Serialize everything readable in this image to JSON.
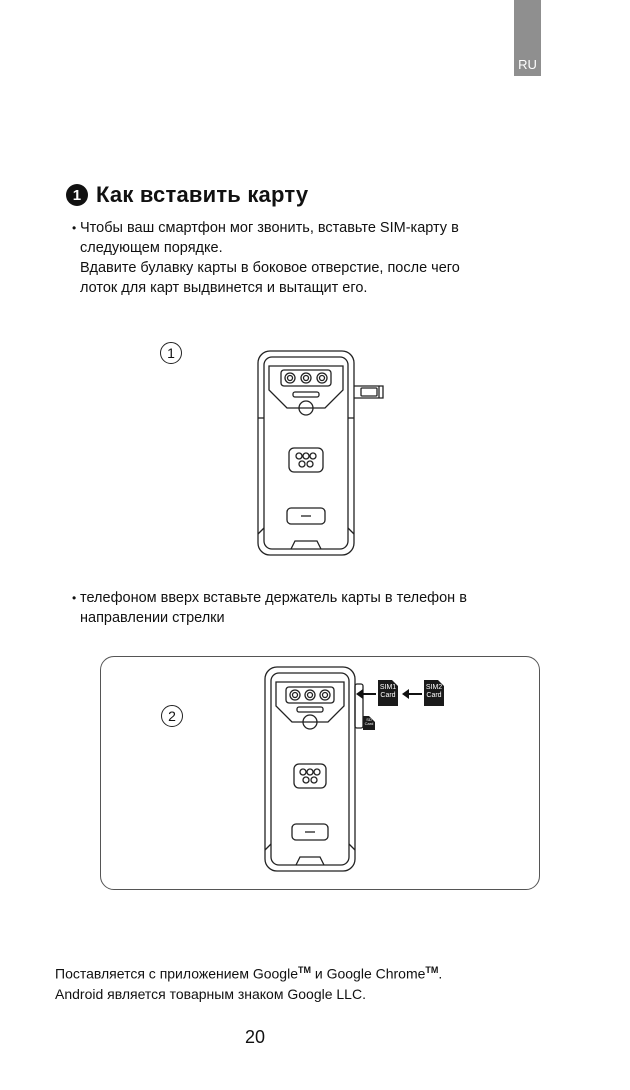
{
  "tab": {
    "lang": "RU"
  },
  "section": {
    "number": "1",
    "title": "Как вставить карту"
  },
  "bullet1": {
    "lines": [
      "Чтобы ваш смартфон мог звонить, вставьте SIM-карту в",
      "следующем порядке.",
      "Вдавите булавку карты в боковое отверстие, после чего",
      "лоток для карт выдвинется и вытащит его."
    ]
  },
  "figure1": {
    "step": "1"
  },
  "bullet2": {
    "lines": [
      "телефоном вверх вставьте держатель карты в телефон в",
      "направлении стрелки"
    ]
  },
  "figure2": {
    "step": "2",
    "sim1": {
      "line1": "SIM1",
      "line2": "Card"
    },
    "sim2": {
      "line1": "SIM2",
      "line2": "Card"
    },
    "sd": {
      "line1": "SD",
      "line2": "Card"
    }
  },
  "footer": {
    "line1_pre": "Поставляется с приложением Google",
    "tm": "TM",
    "line1_mid": " и Google Chrome",
    "line1_end": ".",
    "line2": "Android является товарным знаком Google LLC."
  },
  "page": {
    "number": "20"
  }
}
